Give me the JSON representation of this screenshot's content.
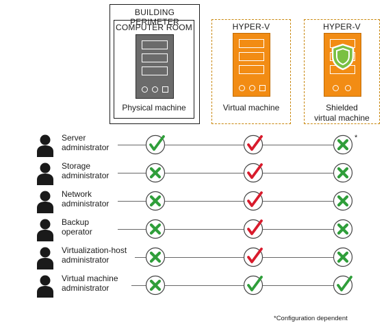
{
  "boxes": {
    "perimeter_title": "BUILDING PERIMETER",
    "computer_room_title": "COMPUTER ROOM",
    "physical_caption": "Physical machine",
    "hyperv1_title": "HYPER-V",
    "virtual_caption": "Virtual machine",
    "hyperv2_title": "HYPER-V",
    "shielded_caption_line1": "Shielded",
    "shielded_caption_line2": "virtual machine"
  },
  "colors": {
    "physical_server": "#6b6b6b",
    "virtual_server": "#f28c14",
    "dashed_border": "#c8860a",
    "check_green": "#2f9e3a",
    "check_red": "#d81b2c",
    "cross_green": "#2f9e3a",
    "shield_green": "#7ac043"
  },
  "rows": [
    {
      "label_line1": "Server",
      "label_line2": "administrator",
      "physical": "check-green",
      "virtual": "check-red",
      "shielded": "cross-green",
      "asterisk": "*"
    },
    {
      "label_line1": "Storage",
      "label_line2": "administrator",
      "physical": "cross-green",
      "virtual": "check-red",
      "shielded": "cross-green",
      "asterisk": ""
    },
    {
      "label_line1": "Network",
      "label_line2": "administrator",
      "physical": "cross-green",
      "virtual": "check-red",
      "shielded": "cross-green",
      "asterisk": ""
    },
    {
      "label_line1": "Backup",
      "label_line2": "operator",
      "physical": "cross-green",
      "virtual": "check-red",
      "shielded": "cross-green",
      "asterisk": ""
    },
    {
      "label_line1": "Virtualization-host",
      "label_line2": "administrator",
      "physical": "cross-green",
      "virtual": "check-red",
      "shielded": "cross-green",
      "asterisk": ""
    },
    {
      "label_line1": "Virtual machine",
      "label_line2": "administrator",
      "physical": "cross-green",
      "virtual": "check-green",
      "shielded": "check-green",
      "asterisk": ""
    }
  ],
  "footnote": "*Configuration dependent"
}
